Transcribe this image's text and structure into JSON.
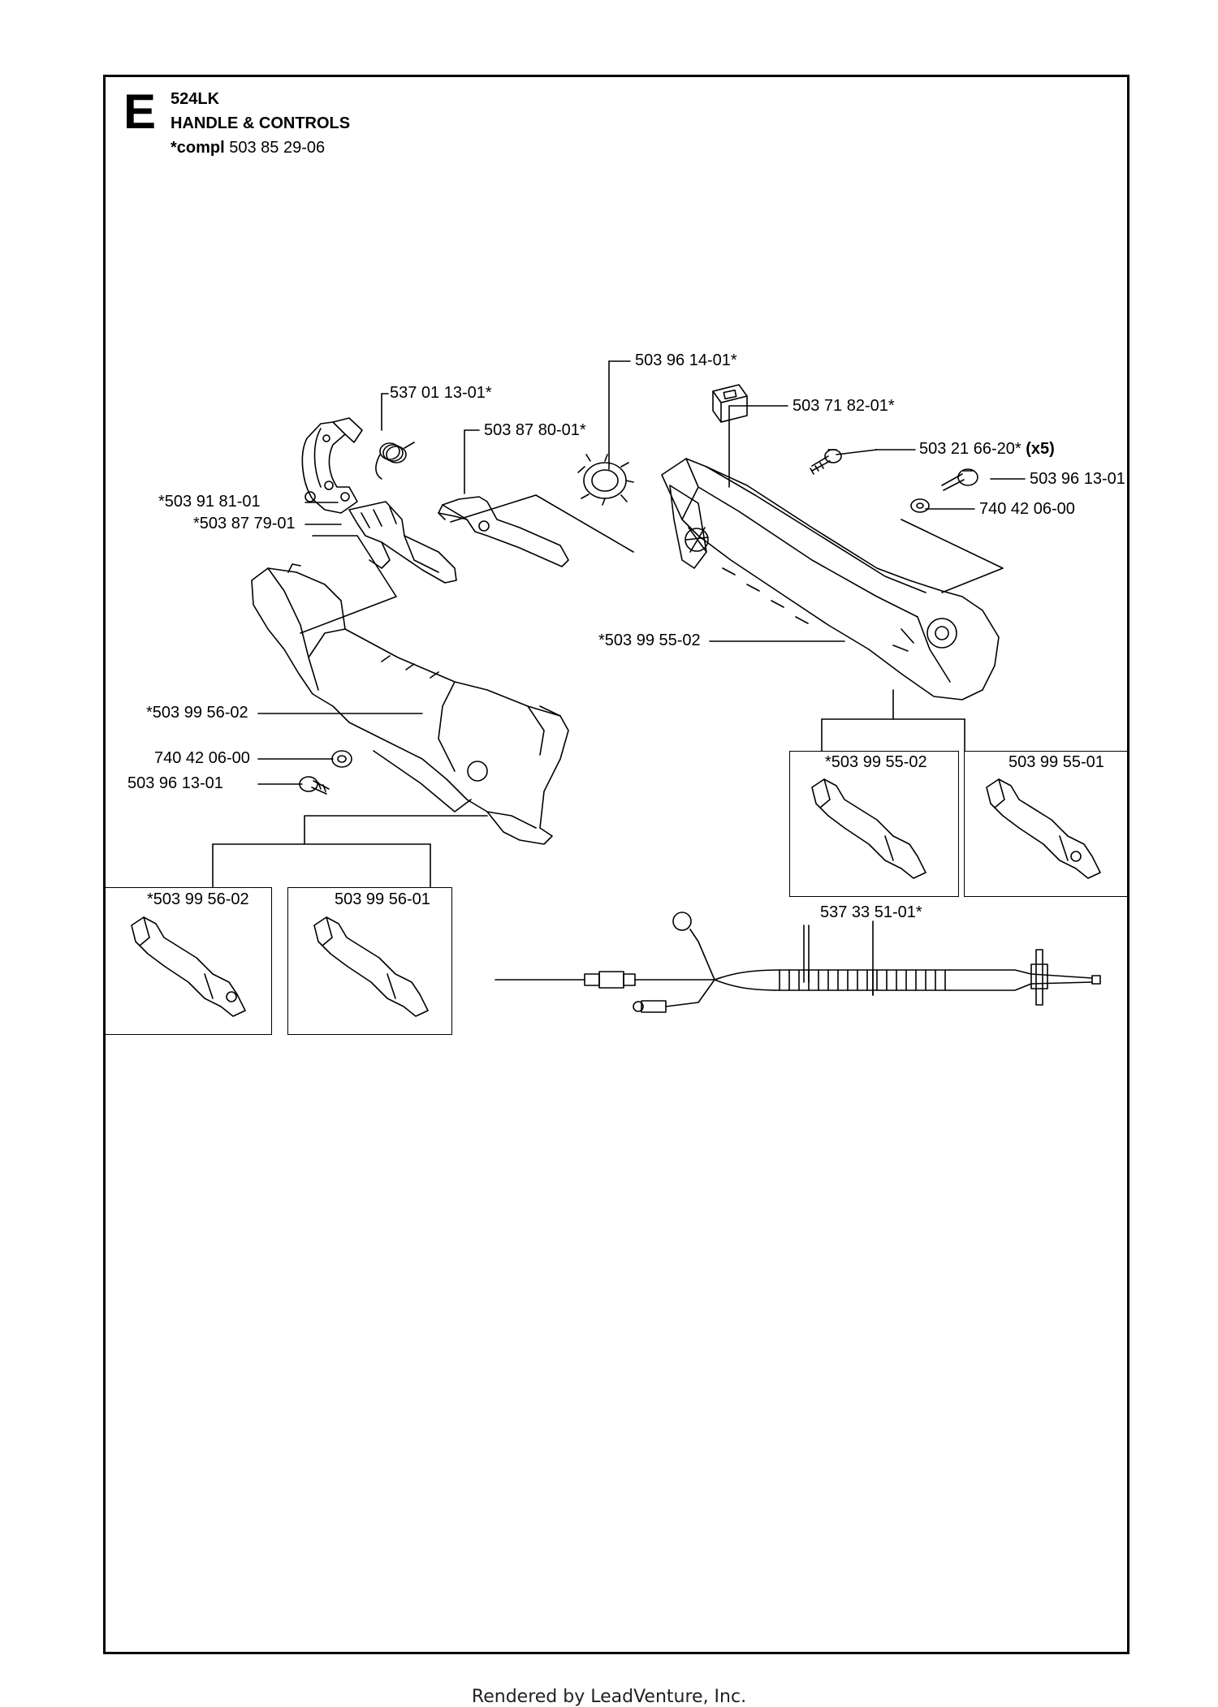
{
  "header": {
    "section": "E",
    "model": "524LK",
    "title": "HANDLE & CONTROLS",
    "compl_prefix": "*compl",
    "compl_number": "503 85 29-06"
  },
  "labels": {
    "p_537011301": "537 01 13-01*",
    "p_503878001": "503 87 80-01*",
    "p_503961401": "503 96 14-01*",
    "p_503718201": "503 71 82-01*",
    "p_503216620": "503 21 66-20*",
    "p_503216620_qty": "(x5)",
    "p_503961301_right": "503 96 13-01",
    "p_740420600_right": "740 42 06-00",
    "p_503918101": "*503 91 81-01",
    "p_503877901": "*503 87 79-01",
    "p_503995502": "*503 99 55-02",
    "p_503995602": "*503 99 56-02",
    "p_740420600_left": "740 42 06-00",
    "p_503961301_left": "503 96 13-01",
    "box_503995502": "*503 99 55-02",
    "box_503995501": "503 99 55-01",
    "box_503995602": "*503 99 56-02",
    "box_503995601": "503 99 56-01",
    "p_537335101": "537 33 51-01*"
  },
  "footer": "Rendered by LeadVenture, Inc."
}
